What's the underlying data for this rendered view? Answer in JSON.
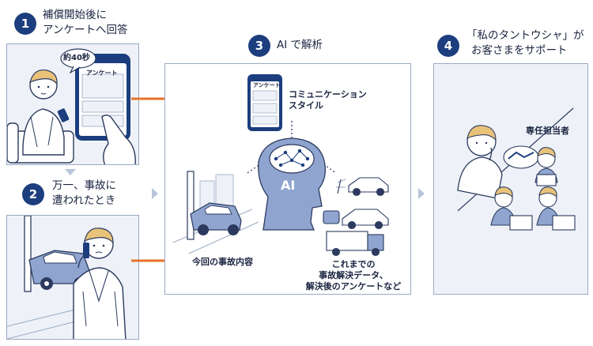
{
  "steps": [
    {
      "number": "1",
      "lines": [
        "補償開始後に",
        "アンケートへ回答"
      ]
    },
    {
      "number": "2",
      "lines": [
        "万一、事故に",
        "遭われたとき"
      ]
    },
    {
      "number": "3",
      "lines": [
        "AI で解析"
      ]
    },
    {
      "number": "4",
      "lines": [
        "「私のタントウシャ」が",
        "お客さまをサポート"
      ]
    }
  ],
  "panel1": {
    "bubble": "約40秒",
    "phone_title": "アンケート"
  },
  "panel3": {
    "phone_title": "アンケート",
    "style_label": [
      "コミュニケーション",
      "スタイル"
    ],
    "brain_label": "AI",
    "incident_label": "今回の事故内容",
    "history_label": [
      "これまでの",
      "事故解決データ、",
      "解決後のアンケートなど"
    ]
  },
  "panel4": {
    "agent_label": "専任担当者"
  },
  "colors": {
    "navy": "#1c3e7e",
    "orange": "#e8722a",
    "panel_bg": "#eef2f8",
    "border": "#9aa9c4",
    "ai_blue": "#8fa5cf"
  }
}
